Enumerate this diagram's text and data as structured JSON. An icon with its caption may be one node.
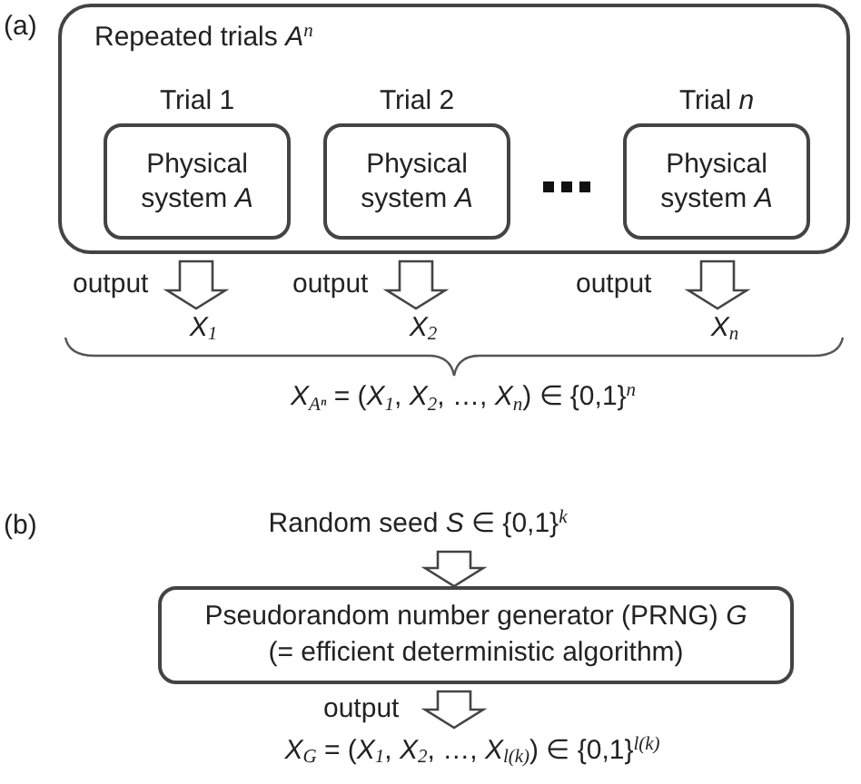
{
  "diagram": {
    "nodes": [
      {
        "text": [
          "Repeated trials *A*$^{n}$"
        ]
      },
      {
        "text": [
          "Trial 1",
          "Physical system *A*"
        ],
        "in": 0
      },
      {
        "text": [
          "Trial 2",
          "Physical system *A*"
        ],
        "in": 0
      },
      {
        "text": [
          "Trial *n*",
          "Physical system *A*"
        ],
        "in": 0
      },
      {
        "text": [
          "*X*$_{1}$"
        ]
      },
      {
        "text": [
          "*X*$_{2}$"
        ]
      },
      {
        "text": [
          "*X*$_{n}$"
        ]
      },
      {
        "text": [
          "Random seed *S* ∈ {0,1}$^{k}$"
        ]
      },
      {
        "text": [
          "Pseudorandom number generator (PRNG) *G*",
          "(= efficient deterministic algorithm)"
        ]
      },
      {
        "text": [
          "*X*$_{G}$ = (*X*$_{1}$, *X*$_{2}$, …, *X*$_{l(k)}$) ∈ {0,1}$^{l(k)}$"
        ]
      }
    ],
    "edges": [
      {
        "from": 1,
        "to": 4,
        "arrow": "to",
        "label": "output"
      },
      {
        "from": 2,
        "to": 5,
        "arrow": "to",
        "label": "output"
      },
      {
        "from": 3,
        "to": 6,
        "arrow": "to",
        "label": "output"
      },
      {
        "from": 7,
        "to": 8,
        "arrow": "to"
      },
      {
        "from": 8,
        "to": 9,
        "arrow": "to",
        "label": "output"
      }
    ],
    "labels": [
      "(a)",
      "*X*$_{Aⁿ}$ = (*X*$_{1}$, *X*$_{2}$, …, *X*$_{n}$) ∈ {0,1}$^{n}$",
      "(b)"
    ]
  }
}
